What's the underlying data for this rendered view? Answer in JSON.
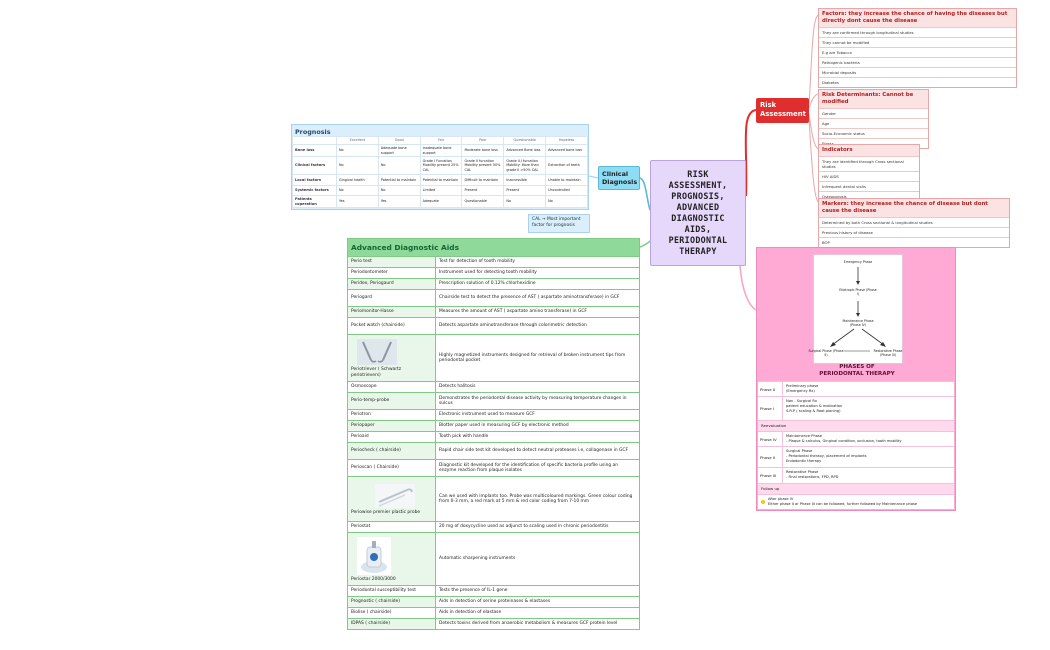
{
  "central": {
    "lines": [
      "RISK",
      "ASSESSMENT,",
      "PROGNOSIS,",
      "ADVANCED",
      "DIAGNOSTIC",
      "AIDS,",
      "PERIODONTAL",
      "THERAPY"
    ]
  },
  "clinical": {
    "label": "Clinical Diagnosis"
  },
  "risk": {
    "label": "Risk Assessment"
  },
  "prognosis": {
    "title": "Prognosis",
    "headers": [
      "",
      "Excellent",
      "Good",
      "Fair",
      "Poor",
      "Questionable",
      "Hopeless"
    ],
    "rows": [
      [
        "Bone loss",
        "No",
        "Adequate bone support",
        "Inadequate bone support",
        "Moderate bone loss",
        "Advanced Bone loss",
        "Advanced bone loss"
      ],
      [
        "Clinical factors",
        "No",
        "No",
        "Grade I Furcation Mobility present 25% CAL",
        "Grade II furcation Mobility present 50% CAL",
        "Grade II,I furcation Mobility: More than grade II >50% CAL",
        "Extraction of teeth"
      ],
      [
        "Local factors",
        "Gingival health",
        "Potential to maintain",
        "Potential to maintain",
        "Difficult to maintain",
        "Inaccessible",
        "Unable to maintain"
      ],
      [
        "Systemic factors",
        "No",
        "No",
        "Limited",
        "Present",
        "Present",
        "Uncontrolled"
      ],
      [
        "Patients coperation",
        "Yes",
        "Yes",
        "Adequate",
        "Questionable",
        "No",
        "No"
      ]
    ],
    "note": "CAL → Most important factor for prognosis"
  },
  "aids": {
    "title": "Advanced Diagnostic Aids",
    "rows": [
      {
        "name": "Perio test",
        "desc": "Test for detection of tooth mobility"
      },
      {
        "name": "Periodontometer",
        "desc": "Instrument used for detecting tooth mobility"
      },
      {
        "name": "Peridex, Periogaurd",
        "desc": "Prescription solution of 0.12% chlorhexidine"
      },
      {
        "name": "Periogard",
        "desc": "Chairside test to detect the presence of AST ( aspartate aminotransferase) in GCF"
      },
      {
        "name": "Periomonitor-Hasse",
        "desc": "Measures the amount of AST ( aspartate amino transferase) in GCF"
      },
      {
        "name": "Pocket watch (chairside)",
        "desc": "Detects aspartate aminotransferase through colorimetric detection"
      },
      {
        "name": "Periotriever ( Schwartz periotrievers)",
        "desc": "Highly magnetized instruments designed for retrieval of broken instrument tips from periodontal pocket",
        "img": "periotriever"
      },
      {
        "name": "Osmoscope",
        "desc": "Detects halitosis"
      },
      {
        "name": "Perio-temp-probe",
        "desc": "Demonstrates the periodontal disease activity by measuring temperature changes in sulcus"
      },
      {
        "name": "Periotron",
        "desc": "Electronic instrument used to measure GCF"
      },
      {
        "name": "Periopaper",
        "desc": "Blotter paper used in measuring GCF by electronic method"
      },
      {
        "name": "Perioaid",
        "desc": "Tooth pick with handle"
      },
      {
        "name": "Periocheck ( chairside)",
        "desc": "Rapid chair side test kit developed to detect neutral proteases i.e, collagenase in GCF"
      },
      {
        "name": "Perioscan ( Chairside)",
        "desc": "Diagnostic kit developed for the identification of specific bacteria profile using an enzyme reaction from plaque isolates"
      },
      {
        "name": "Periowise premier plastic probe",
        "desc": "Can we used with implants too. Probe was multicoloured markings. Green colour coding from 0-3 mm, a red mark at 5 mm & red color coding from 7-10 mm",
        "img": "probe"
      },
      {
        "name": "Periostat",
        "desc": "20 mg of doxycycline used as adjunct to scaling used in chronic periodontitis"
      },
      {
        "name": "Periostar 2000/3000",
        "desc": "Automatic sharpening instruments",
        "img": "periostar"
      },
      {
        "name": "Periodontal susceptibility test",
        "desc": "Tests the presence of IL-1 gene"
      },
      {
        "name": "Prognostic ( chairside)",
        "desc": "Aids in detection of serine proteinases & elastases"
      },
      {
        "name": "Biolise ( chairside)",
        "desc": "Aids in detection of elastase"
      },
      {
        "name": "IDPAS ( chairside)",
        "desc": "Detects toxins derived from anaerobic metabolism & measures GCF protein level"
      }
    ]
  },
  "risk_notes": {
    "factors": {
      "title": "Factors: they increase the chance of having the diseases but directly dont cause the disease",
      "items": [
        "They are confirmed through longitudinal studies",
        "They cannot be modified",
        "E.g are Tobacco",
        "Pathogenic bacteria",
        "Microbial deposits",
        "Diabetes"
      ]
    },
    "determinants": {
      "title": "Risk Determinants: Cannot be modified",
      "items": [
        "Gender",
        "Age",
        "Socio-Economic status",
        "Stress"
      ]
    },
    "indicators": {
      "title": "Indicators",
      "items": [
        "They are identified through Cross sectional studies",
        "HIV AIDS",
        "Infrequent dental visits",
        "Osteoporosis"
      ]
    },
    "markers": {
      "title": "Markers: they increase the chance of disease but dont cause the disease",
      "items": [
        "Determined by both Cross sectional & longitudinal studies",
        "Previous history of disease",
        "BOP"
      ]
    }
  },
  "phases": {
    "diagram": {
      "emergency": "Emergency Phase",
      "etiotropic": "Etiotropic Phase (Phase I)",
      "maintenance": "Maintenance Phase (Phase IV)",
      "surgical": "Surgical Phase (Phase II)",
      "restorative": "Restorative Phase (Phase III)"
    },
    "title": "PHASES OF PERIODONTAL THERAPY",
    "rows": [
      {
        "phase": "Phase 0",
        "lines": [
          "Preliminary phase",
          "(Emergency Rx)"
        ]
      },
      {
        "phase": "Phase I",
        "lines": [
          "Non - Surgical Rx",
          "patient education & motivation",
          "S.R.P ( scaling & Root planing)"
        ]
      },
      {
        "phase": "Phase IV",
        "lines": [
          "Maintainence Phase",
          "- Plaque & calculus, Gingival condition, occlusion, tooth mobility"
        ]
      },
      {
        "phase": "Phase II",
        "lines": [
          "Surgical Phase",
          "- Periodontal therapy, placement of implants",
          "Endodontic therapy"
        ]
      },
      {
        "phase": "Phase III",
        "lines": [
          "Restorative Phase",
          "- Final restorations, FPD, RPD"
        ]
      }
    ],
    "reevaluation": "Reevaluation",
    "followup": "Follow up",
    "foot": [
      "After phase IV",
      "Either phase II or Phase III can be followed, further followed by Maintenance phase"
    ]
  }
}
